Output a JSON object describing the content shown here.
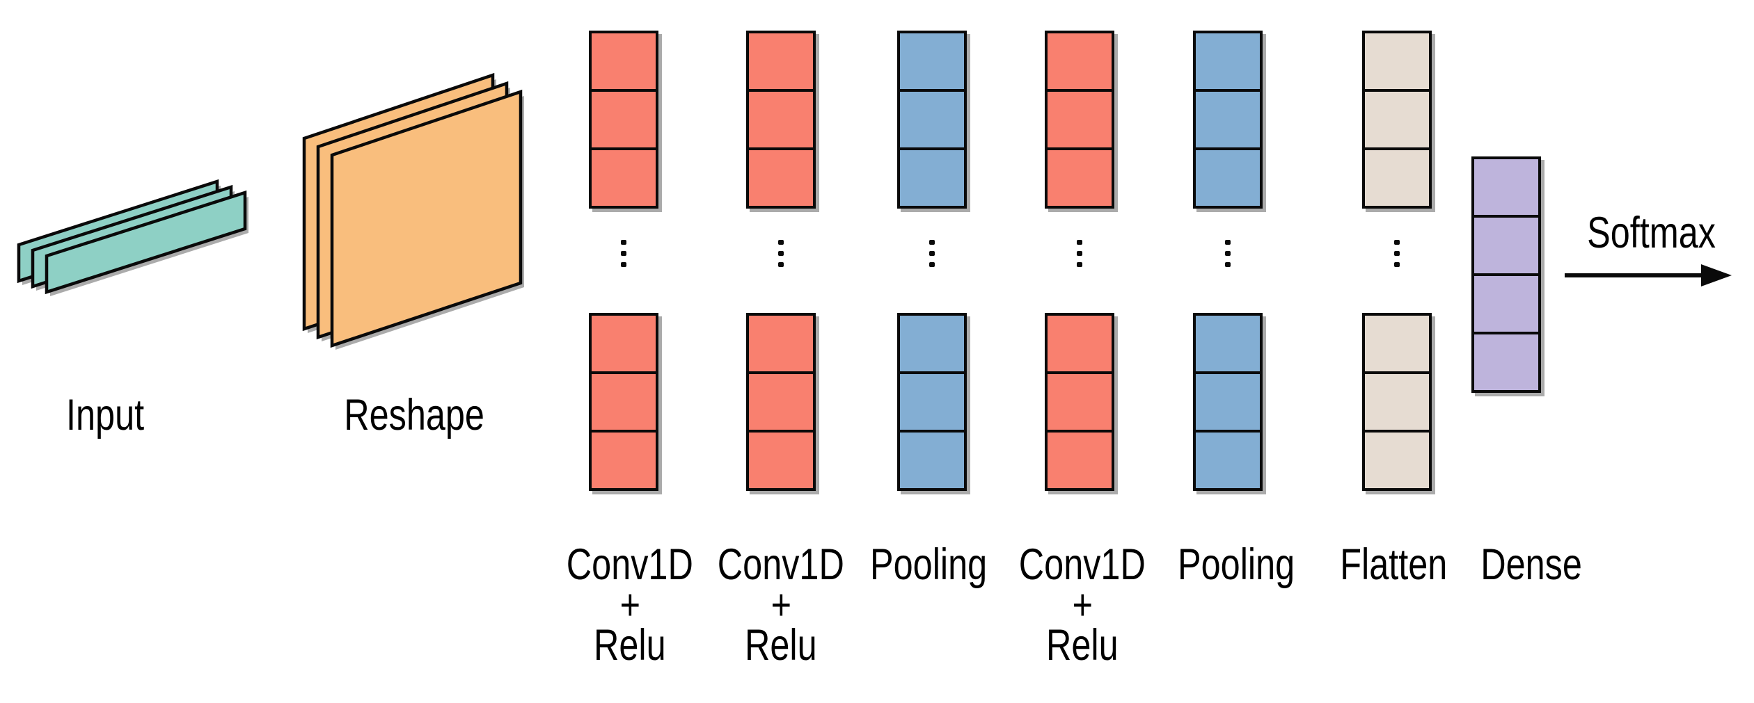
{
  "diagram": {
    "input": {
      "label": "Input"
    },
    "reshape": {
      "label": "Reshape"
    },
    "columns": [
      {
        "type": "conv",
        "label_lines": [
          "Conv1D",
          "+",
          "Relu"
        ]
      },
      {
        "type": "conv",
        "label_lines": [
          "Conv1D",
          "+",
          "Relu"
        ]
      },
      {
        "type": "pooling",
        "label_lines": [
          "Pooling"
        ]
      },
      {
        "type": "conv",
        "label_lines": [
          "Conv1D",
          "+",
          "Relu"
        ]
      },
      {
        "type": "pooling",
        "label_lines": [
          "Pooling"
        ]
      },
      {
        "type": "flatten",
        "label_lines": [
          "Flatten"
        ]
      }
    ],
    "dense": {
      "type": "dense",
      "label": "Dense",
      "cells": 4
    },
    "softmax": {
      "label": "Softmax"
    },
    "cells_per_group": 3,
    "icons": {
      "vertical_ellipsis": "⋮"
    },
    "colors": {
      "input": "#8ED0C5",
      "reshape": "#F9BE7D",
      "conv": "#F9806F",
      "pooling": "#83AED3",
      "flatten": "#E6DCD2",
      "dense": "#BEB4DC",
      "stroke": "#0A0A0A",
      "text": "#000000",
      "bg": "#FFFFFF",
      "shadow": "#ABABAB"
    }
  }
}
